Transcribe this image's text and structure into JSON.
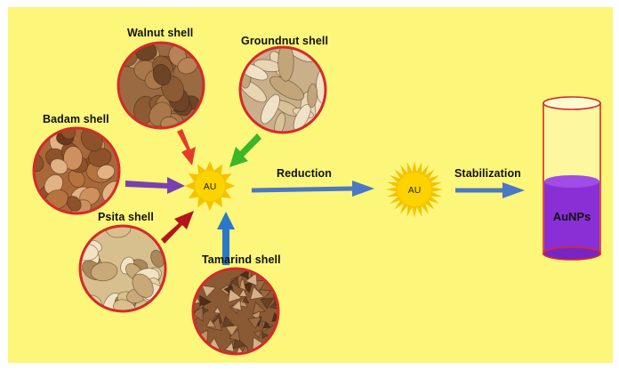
{
  "sources": [
    {
      "id": "walnut",
      "label": "Walnut shell",
      "arrow_color": "#e53a2a",
      "texture": "walnut"
    },
    {
      "id": "groundnut",
      "label": "Groundnut shell",
      "arrow_color": "#3cb526",
      "texture": "groundnut"
    },
    {
      "id": "badam",
      "label": "Badam shell",
      "arrow_color": "#7a3fb2",
      "texture": "badam"
    },
    {
      "id": "psita",
      "label": "Psita shell",
      "arrow_color": "#b3151a",
      "texture": "psita"
    },
    {
      "id": "tamarind",
      "label": "Tamarind shell",
      "arrow_color": "#2a78c8",
      "texture": "tamarind"
    }
  ],
  "center_gold": {
    "label": "AU"
  },
  "reduction": {
    "label": "Reduction"
  },
  "product_gold": {
    "label": "AU"
  },
  "stabilization": {
    "label": "Stabilization"
  },
  "tube": {
    "label": "AuNPs",
    "liquid_color": "#8a2fd6"
  },
  "colors": {
    "background": "#fcf67a",
    "process_arrow": "#4a78c4",
    "circle_border": "#d42a2a",
    "sun": "#f6c200",
    "tube_border": "#d42a2a"
  }
}
